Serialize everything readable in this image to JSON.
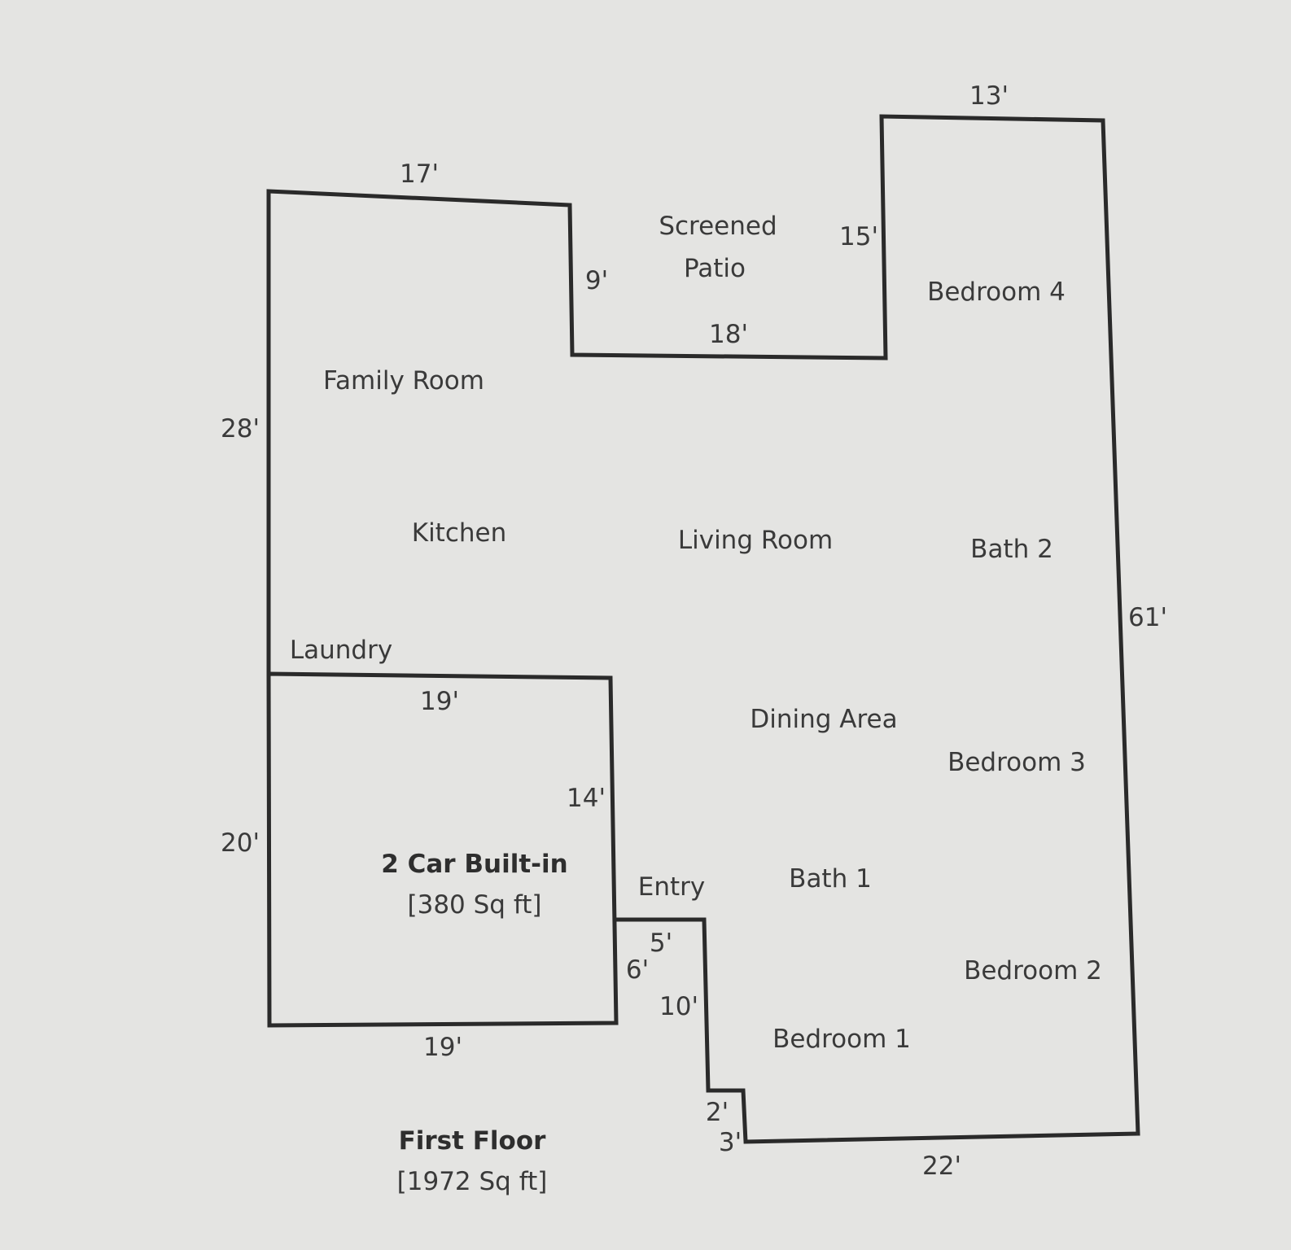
{
  "floor": {
    "title": "First Floor",
    "area": "[1972 Sq ft]"
  },
  "garage": {
    "title": "2 Car Built-in",
    "area": "[380 Sq ft]"
  },
  "rooms": {
    "screened_patio_1": "Screened",
    "screened_patio_2": "Patio",
    "bedroom4": "Bedroom 4",
    "family_room": "Family Room",
    "kitchen": "Kitchen",
    "living_room": "Living Room",
    "bath2": "Bath 2",
    "laundry": "Laundry",
    "dining_area": "Dining Area",
    "bedroom3": "Bedroom 3",
    "entry": "Entry",
    "bath1": "Bath 1",
    "bedroom2": "Bedroom 2",
    "bedroom1": "Bedroom 1"
  },
  "dimensions": {
    "top_right": "13'",
    "top_left": "17'",
    "patio_left": "9'",
    "patio_right": "15'",
    "patio_bottom": "18'",
    "left_upper": "28'",
    "right": "61'",
    "garage_top": "19'",
    "garage_right": "14'",
    "left_lower": "20'",
    "entry_top": "5'",
    "entry_left": "6'",
    "entry_right": "10'",
    "garage_bottom": "19'",
    "step_vertical": "2'",
    "step_horizontal": "3'",
    "bottom": "22'"
  },
  "colors": {
    "paper": "#e4e4e2",
    "ink": "#2a2a2a"
  }
}
